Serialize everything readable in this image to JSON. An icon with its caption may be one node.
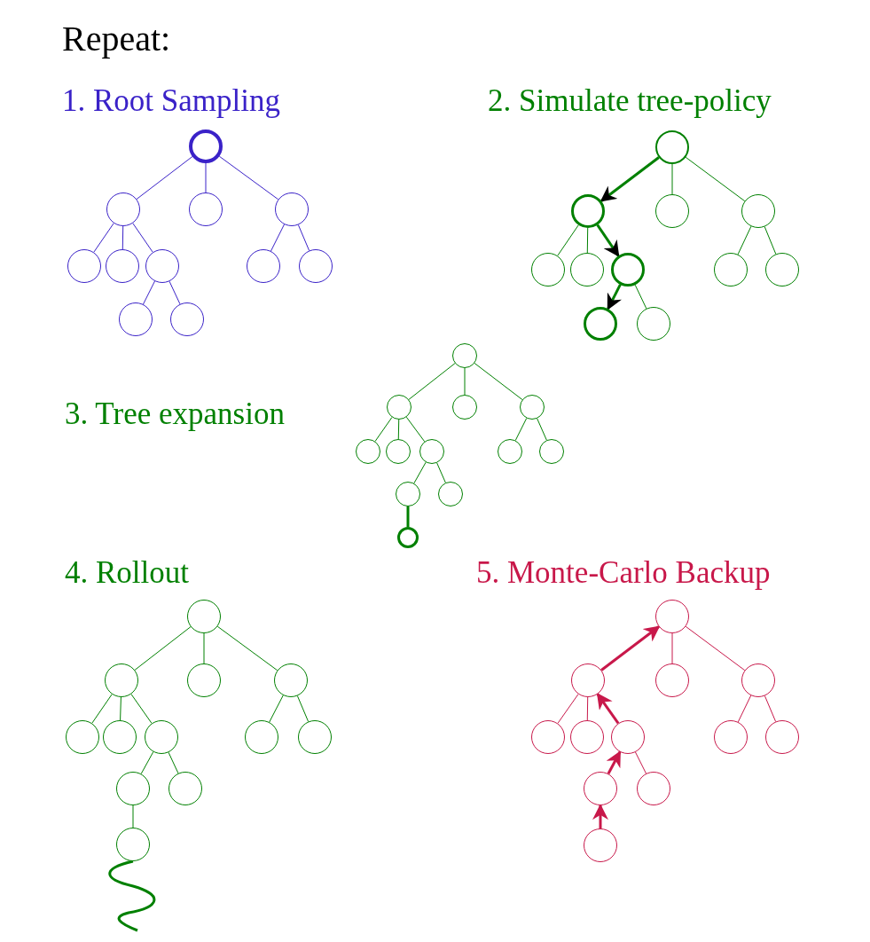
{
  "diagram": {
    "title": "Repeat:",
    "nodes": [
      {
        "text": [],
        "shape": "circle"
      },
      {
        "text": [],
        "shape": "circle"
      },
      {
        "text": [],
        "shape": "circle"
      },
      {
        "text": [],
        "shape": "circle"
      },
      {
        "text": [],
        "shape": "circle"
      },
      {
        "text": [],
        "shape": "circle"
      },
      {
        "text": [],
        "shape": "circle"
      },
      {
        "text": [],
        "shape": "circle"
      },
      {
        "text": [],
        "shape": "circle"
      },
      {
        "text": [],
        "shape": "circle"
      },
      {
        "text": [],
        "shape": "circle"
      },
      {
        "text": [],
        "shape": "circle"
      },
      {
        "text": [],
        "shape": "circle"
      },
      {
        "text": [],
        "shape": "circle"
      },
      {
        "text": [],
        "shape": "circle"
      },
      {
        "text": [],
        "shape": "circle"
      },
      {
        "text": [],
        "shape": "circle"
      },
      {
        "text": [],
        "shape": "circle"
      },
      {
        "text": [],
        "shape": "circle"
      },
      {
        "text": [],
        "shape": "circle"
      },
      {
        "text": [],
        "shape": "circle"
      },
      {
        "text": [],
        "shape": "circle"
      },
      {
        "text": [],
        "shape": "circle"
      },
      {
        "text": [],
        "shape": "circle"
      },
      {
        "text": [],
        "shape": "circle"
      },
      {
        "text": [],
        "shape": "circle"
      },
      {
        "text": [],
        "shape": "circle"
      },
      {
        "text": [],
        "shape": "circle"
      },
      {
        "text": [],
        "shape": "circle"
      },
      {
        "text": [],
        "shape": "circle"
      },
      {
        "text": [],
        "shape": "circle"
      },
      {
        "text": [],
        "shape": "circle"
      },
      {
        "text": [],
        "shape": "circle"
      },
      {
        "text": [],
        "shape": "circle"
      },
      {
        "text": [],
        "shape": "circle"
      },
      {
        "text": [],
        "shape": "circle"
      },
      {
        "text": [],
        "shape": "circle"
      },
      {
        "text": [],
        "shape": "circle"
      },
      {
        "text": [],
        "shape": "circle"
      },
      {
        "text": [],
        "shape": "circle"
      },
      {
        "text": [],
        "shape": "circle"
      },
      {
        "text": [],
        "shape": "circle"
      },
      {
        "text": [],
        "shape": "circle"
      },
      {
        "text": [],
        "shape": "circle"
      },
      {
        "text": [],
        "shape": "circle"
      },
      {
        "text": [],
        "shape": "circle"
      },
      {
        "text": [],
        "shape": "circle"
      },
      {
        "text": [],
        "shape": "circle"
      },
      {
        "text": [],
        "shape": "circle"
      },
      {
        "text": [],
        "shape": "circle"
      },
      {
        "text": [],
        "shape": "circle"
      },
      {
        "text": [],
        "shape": "circle"
      },
      {
        "text": [],
        "shape": "circle"
      },
      {
        "text": [],
        "shape": "circle"
      },
      {
        "text": [],
        "shape": "circle"
      },
      {
        "text": [],
        "shape": "circle"
      },
      {
        "text": [],
        "shape": "circle"
      },
      {
        "text": [],
        "shape": "circle"
      }
    ],
    "edges": [
      {
        "from": 0,
        "to": 1,
        "arrow": "none",
        "color": "#3a22c8"
      },
      {
        "from": 0,
        "to": 2,
        "arrow": "none",
        "color": "#3a22c8"
      },
      {
        "from": 0,
        "to": 3,
        "arrow": "none",
        "color": "#3a22c8"
      },
      {
        "from": 1,
        "to": 4,
        "arrow": "none",
        "color": "#3a22c8"
      },
      {
        "from": 1,
        "to": 5,
        "arrow": "none",
        "color": "#3a22c8"
      },
      {
        "from": 1,
        "to": 6,
        "arrow": "none",
        "color": "#3a22c8"
      },
      {
        "from": 6,
        "to": 7,
        "arrow": "none",
        "color": "#3a22c8"
      },
      {
        "from": 6,
        "to": 8,
        "arrow": "none",
        "color": "#3a22c8"
      },
      {
        "from": 3,
        "to": 9,
        "arrow": "none",
        "color": "#3a22c8"
      },
      {
        "from": 3,
        "to": 10,
        "arrow": "none",
        "color": "#3a22c8"
      },
      {
        "from": 11,
        "to": 12,
        "arrow": "to",
        "style": "thick"
      },
      {
        "from": 11,
        "to": 13,
        "arrow": "none"
      },
      {
        "from": 11,
        "to": 14,
        "arrow": "none"
      },
      {
        "from": 12,
        "to": 15,
        "arrow": "none"
      },
      {
        "from": 12,
        "to": 16,
        "arrow": "none"
      },
      {
        "from": 12,
        "to": 17,
        "arrow": "to",
        "style": "thick"
      },
      {
        "from": 17,
        "to": 18,
        "arrow": "to",
        "style": "thick"
      },
      {
        "from": 17,
        "to": 19,
        "arrow": "none"
      },
      {
        "from": 14,
        "to": 20,
        "arrow": "none"
      },
      {
        "from": 14,
        "to": 21,
        "arrow": "none"
      },
      {
        "from": 22,
        "to": 23,
        "arrow": "none"
      },
      {
        "from": 22,
        "to": 24,
        "arrow": "none"
      },
      {
        "from": 22,
        "to": 25,
        "arrow": "none"
      },
      {
        "from": 23,
        "to": 26,
        "arrow": "none"
      },
      {
        "from": 23,
        "to": 27,
        "arrow": "none"
      },
      {
        "from": 23,
        "to": 28,
        "arrow": "none"
      },
      {
        "from": 28,
        "to": 29,
        "arrow": "none"
      },
      {
        "from": 28,
        "to": 30,
        "arrow": "none"
      },
      {
        "from": 29,
        "to": 31,
        "arrow": "none",
        "style": "thick"
      },
      {
        "from": 25,
        "to": 32,
        "arrow": "none"
      },
      {
        "from": 25,
        "to": 33,
        "arrow": "none"
      },
      {
        "from": 34,
        "to": 35,
        "arrow": "none"
      },
      {
        "from": 34,
        "to": 36,
        "arrow": "none"
      },
      {
        "from": 34,
        "to": 37,
        "arrow": "none"
      },
      {
        "from": 35,
        "to": 38,
        "arrow": "none"
      },
      {
        "from": 35,
        "to": 39,
        "arrow": "none"
      },
      {
        "from": 35,
        "to": 40,
        "arrow": "none"
      },
      {
        "from": 40,
        "to": 41,
        "arrow": "none"
      },
      {
        "from": 40,
        "to": 42,
        "arrow": "none"
      },
      {
        "from": 41,
        "to": 43,
        "arrow": "none"
      },
      {
        "from": 37,
        "to": 44,
        "arrow": "none"
      },
      {
        "from": 37,
        "to": 45,
        "arrow": "none"
      },
      {
        "from": 43,
        "to": null,
        "arrow": "none",
        "style": "thick"
      },
      {
        "from": 47,
        "to": 46,
        "arrow": "to",
        "style": "thick",
        "color": "#c8184a"
      },
      {
        "from": 46,
        "to": 48,
        "arrow": "none",
        "color": "#c8184a"
      },
      {
        "from": 46,
        "to": 49,
        "arrow": "none",
        "color": "#c8184a"
      },
      {
        "from": 47,
        "to": 50,
        "arrow": "none",
        "color": "#c8184a"
      },
      {
        "from": 47,
        "to": 51,
        "arrow": "none",
        "color": "#c8184a"
      },
      {
        "from": 52,
        "to": 47,
        "arrow": "to",
        "style": "thick",
        "color": "#c8184a"
      },
      {
        "from": 53,
        "to": 52,
        "arrow": "to",
        "style": "thick",
        "color": "#c8184a"
      },
      {
        "from": 55,
        "to": 53,
        "arrow": "to",
        "style": "thick",
        "color": "#c8184a"
      },
      {
        "from": 52,
        "to": 54,
        "arrow": "none",
        "color": "#c8184a"
      },
      {
        "from": 49,
        "to": 56,
        "arrow": "none",
        "color": "#c8184a"
      },
      {
        "from": 49,
        "to": 57,
        "arrow": "none",
        "color": "#c8184a"
      }
    ],
    "labels": [
      "1. Root Sampling",
      "2. Simulate tree-policy",
      "3. Tree expansion",
      "4. Rollout",
      "5. Monte-Carlo Backup"
    ]
  }
}
